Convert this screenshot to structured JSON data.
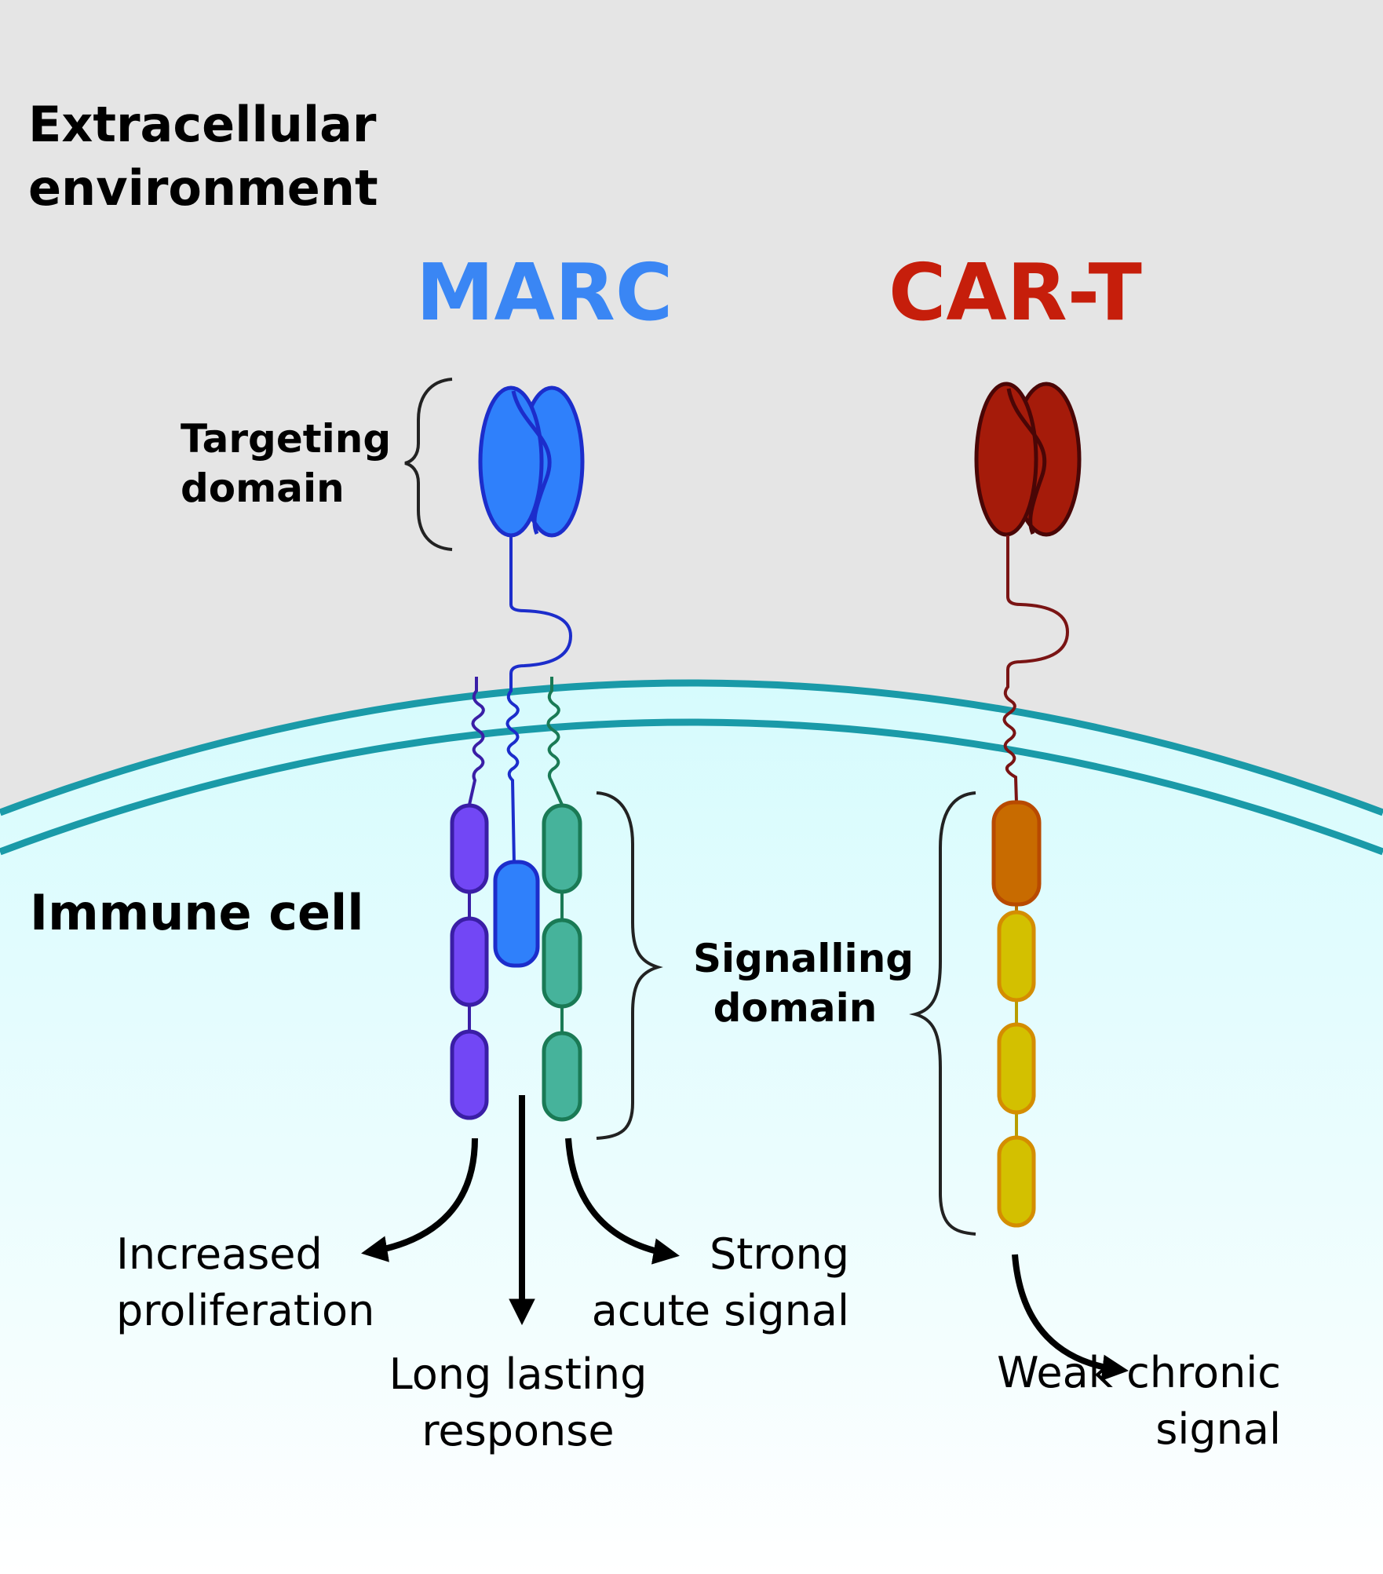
{
  "labels": {
    "extracellular": "Extracellular environment",
    "immune_cell": "Immune cell",
    "marc_title": "MARC",
    "cart_title": "CAR-T",
    "targeting_domain": "Targeting domain",
    "signalling_domain": "Signalling domain"
  },
  "outcomes": {
    "increased_proliferation": "Increased proliferation",
    "long_lasting_response": "Long lasting response",
    "strong_acute_signal": "Strong acute signal",
    "weak_chronic_signal": "Weak chronic signal"
  },
  "colors": {
    "background_extracellular": "#e5e5e5",
    "membrane": "#1a9aa8",
    "cell_interior_top": "#d8fbfd",
    "marc": "#3a86f4",
    "cart": "#c61e0b",
    "marc_chain_purple": "#7247f5",
    "marc_chain_blue": "#2f80fb",
    "marc_chain_green": "#46b39b",
    "cart_orange": "#c86b00",
    "cart_yellow": "#d3c000"
  },
  "icons": {
    "brace": "curly-brace",
    "arrow": "curved-arrow",
    "antibody": "scfv-ellipses"
  }
}
